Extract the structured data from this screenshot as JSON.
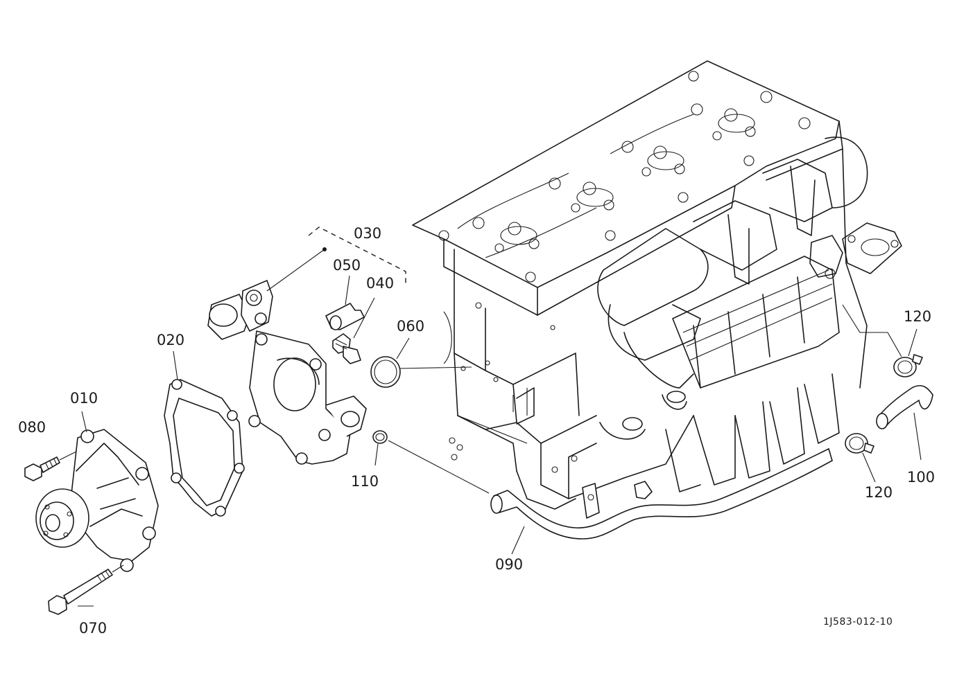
{
  "labels": {
    "p010": "010",
    "p020": "020",
    "p030": "030",
    "p040": "040",
    "p050": "050",
    "p060": "060",
    "p070": "070",
    "p080": "080",
    "p090": "090",
    "p100": "100",
    "p110": "110",
    "p120a": "120",
    "p120b": "120"
  },
  "drawing_code": "1J583-012-10",
  "colors": {
    "ink": "#1a1a1a",
    "paper": "#ffffff"
  }
}
